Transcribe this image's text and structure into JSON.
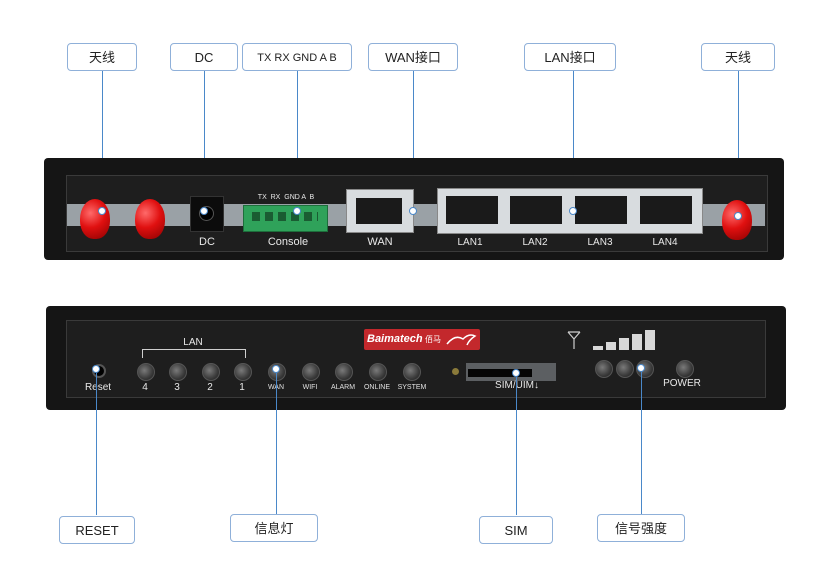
{
  "callouts": {
    "antenna_left": "天线",
    "dc": "DC",
    "console": "TX RX GND A B",
    "wan": "WAN接口",
    "lan": "LAN接口",
    "antenna_right": "天线",
    "reset": "RESET",
    "indicator": "信息灯",
    "sim": "SIM",
    "signal": "信号强度"
  },
  "rear_panel": {
    "dc_label": "DC",
    "console_pins": "TX  RX  GND A  B",
    "console_label": "Console",
    "wan_label": "WAN",
    "lan_ports": [
      "LAN1",
      "LAN2",
      "LAN3",
      "LAN4"
    ]
  },
  "front_panel": {
    "brand": "Baimatech",
    "brand_cn": "佰马",
    "lan_group_label": "LAN",
    "reset_label": "Reset",
    "lan_leds": [
      "4",
      "3",
      "2",
      "1"
    ],
    "status_leds": [
      "WAN",
      "WIFI",
      "ALARM",
      "ONLINE",
      "SYSTEM"
    ],
    "sim_label": "SIM/UIM",
    "power_label": "POWER"
  }
}
